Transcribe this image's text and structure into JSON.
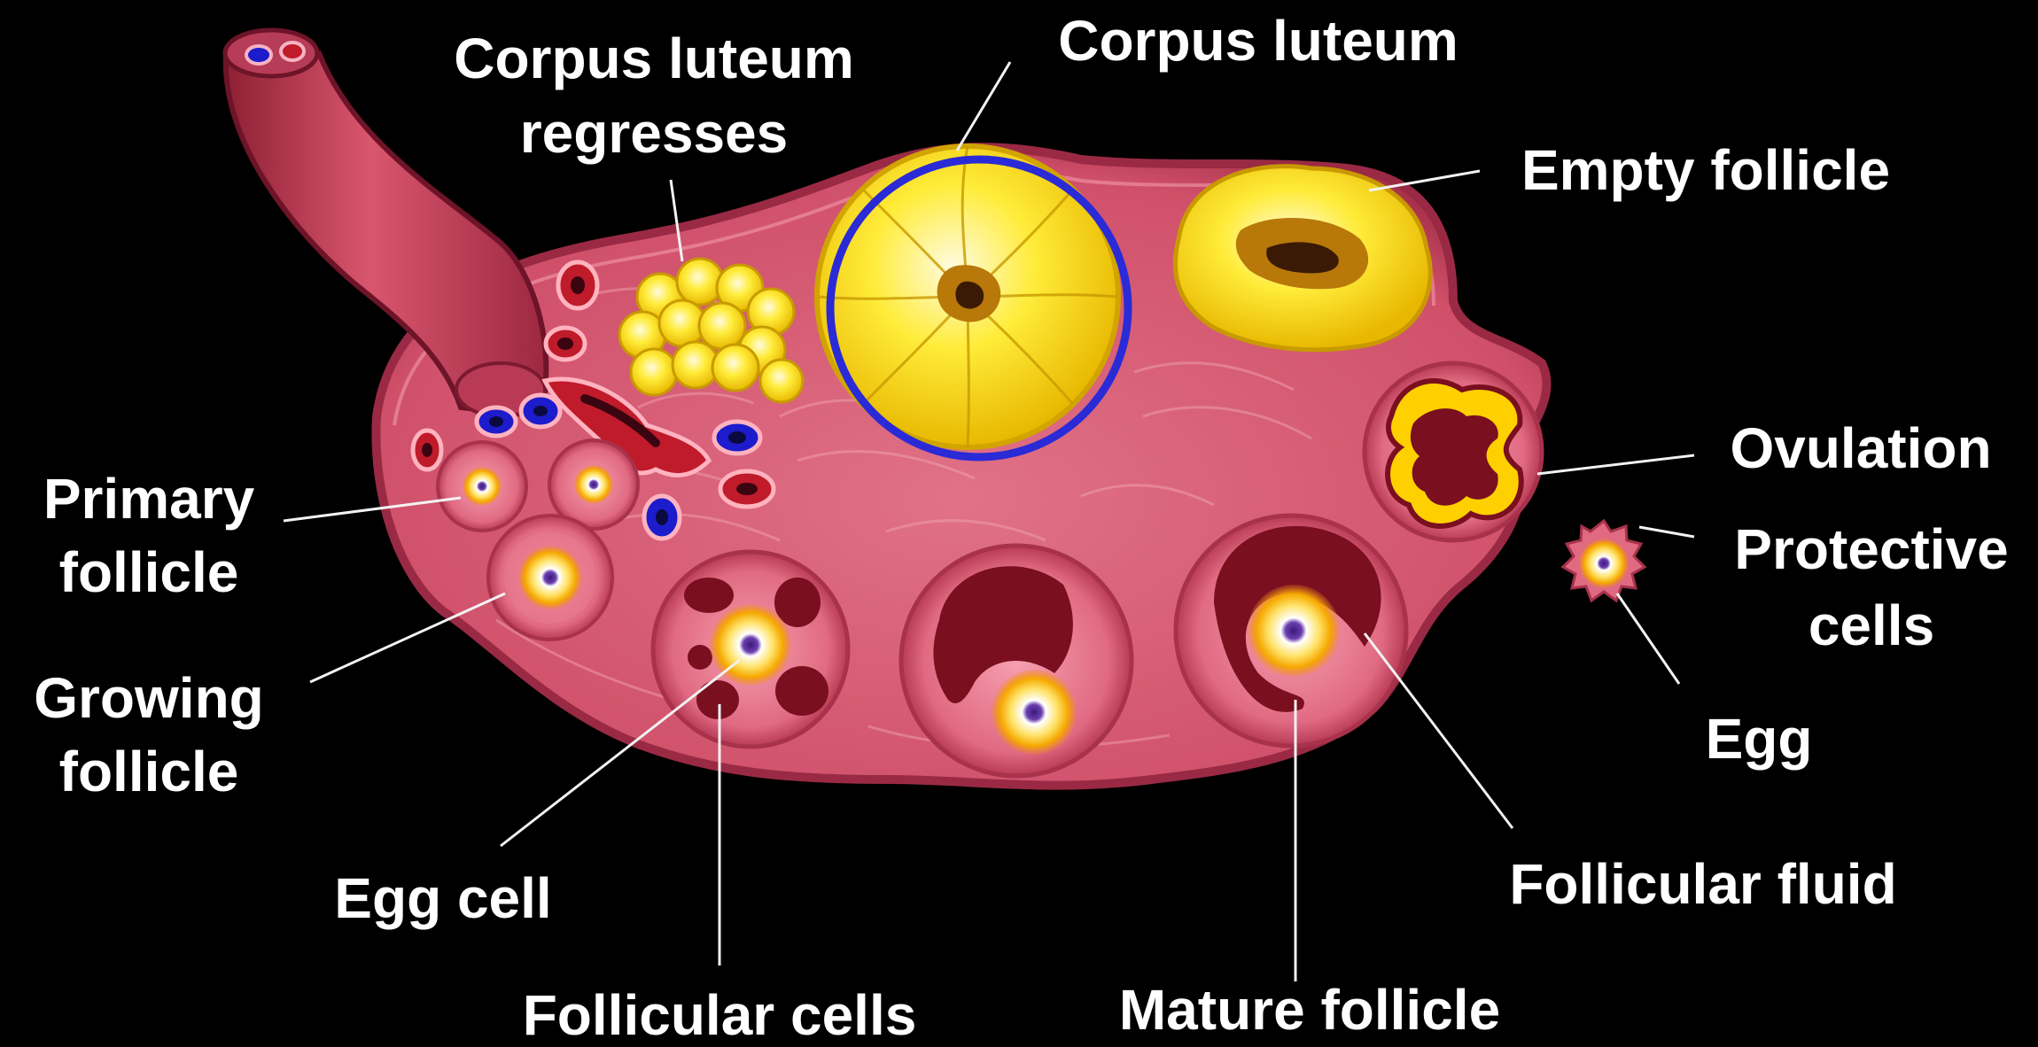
{
  "diagram": {
    "labels": {
      "corpus_luteum_regresses_1": "Corpus luteum",
      "corpus_luteum_regresses_2": "regresses",
      "corpus_luteum": "Corpus luteum",
      "empty_follicle": "Empty follicle",
      "ovulation": "Ovulation",
      "protective_cells_1": "Protective",
      "protective_cells_2": "cells",
      "egg": "Egg",
      "primary_follicle_1": "Primary",
      "primary_follicle_2": "follicle",
      "growing_follicle_1": "Growing",
      "growing_follicle_2": "follicle",
      "egg_cell": "Egg cell",
      "follicular_cells": "Follicular cells",
      "mature_follicle": "Mature follicle",
      "follicular_fluid": "Follicular fluid"
    },
    "colors": {
      "background": "#000000",
      "ovary": "#d9566e",
      "ovary_edge": "#b83650",
      "tissue_dark": "#7a0f1f",
      "luteal_yellow": "#ffe21a",
      "highlight_ring": "#2a2ad6",
      "egg_core": "#4a1f8a",
      "label_text": "#ffffff"
    }
  }
}
